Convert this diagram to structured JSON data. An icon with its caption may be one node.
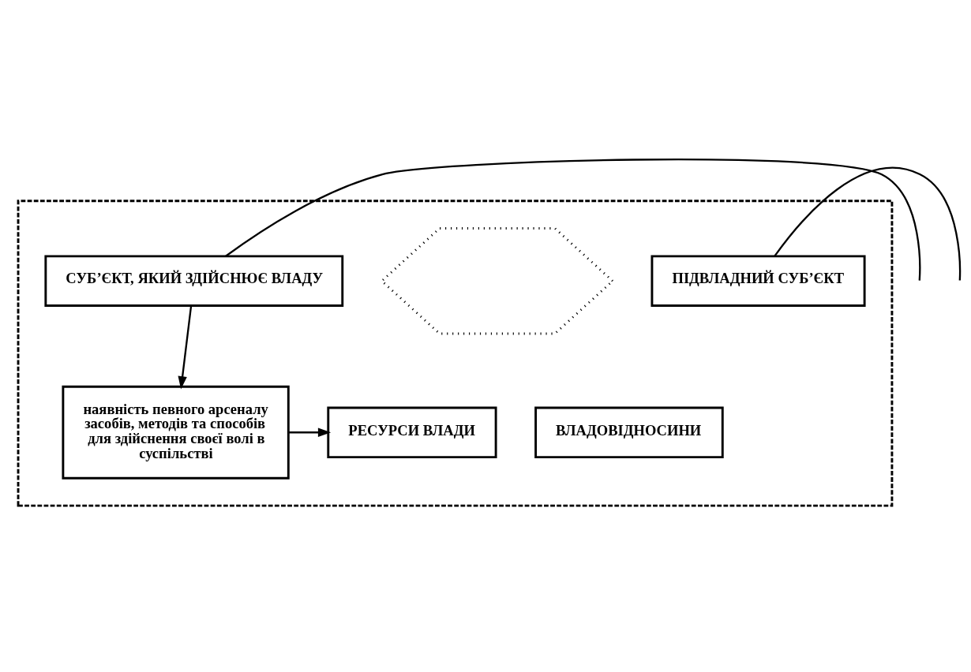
{
  "diagram": {
    "nodes": [
      {
        "text": [],
        "shape": "box"
      },
      {
        "text": [],
        "shape": "hexagon",
        "in": 0
      },
      {
        "text": [
          "СУБ’ЄКТ, ЯКИЙ ЗДІЙСНЮЄ ВЛАДУ"
        ],
        "in": 0
      },
      {
        "text": [
          "ПІДВЛАДНИЙ СУБ’ЄКТ"
        ],
        "in": 0
      },
      {
        "text": [
          "ВЛАДОВІДНОСИНИ"
        ],
        "in": 0
      },
      {
        "text": [
          "наявність певного арсеналу засобів, методів та способів для здійснення своєї волі в суспільстві"
        ],
        "in": 0
      },
      {
        "text": [
          "РЕСУРСИ ВЛАДИ"
        ],
        "in": 0
      }
    ],
    "edges": [
      {
        "from": null,
        "to": 2,
        "arrow": "none"
      },
      {
        "from": 3,
        "to": null,
        "arrow": "none"
      },
      {
        "from": 2,
        "to": 5,
        "arrow": "to"
      },
      {
        "from": 5,
        "to": 6,
        "arrow": "to"
      }
    ]
  }
}
